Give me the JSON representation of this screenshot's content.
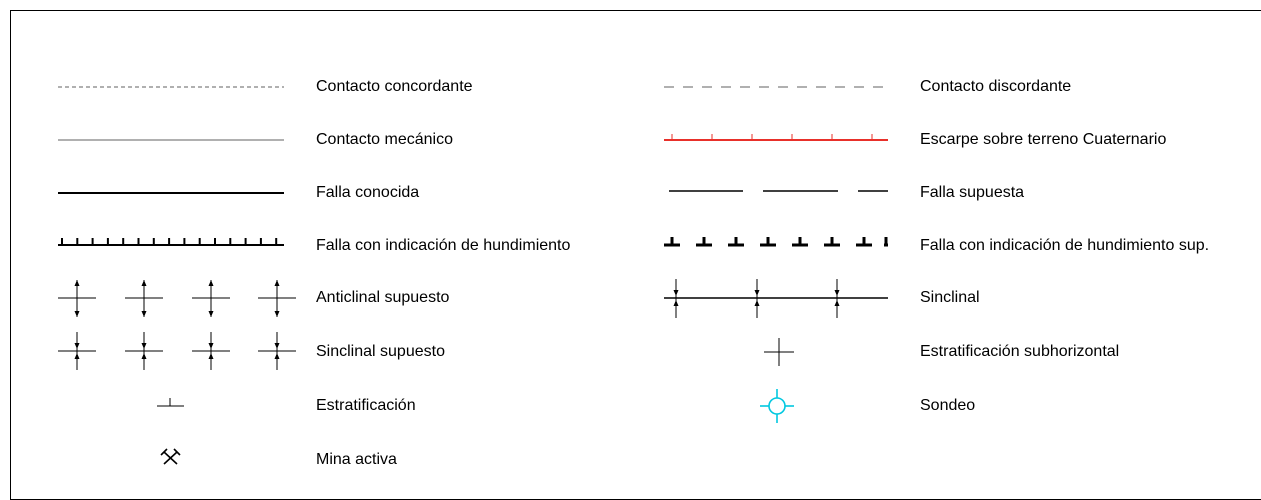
{
  "legend": {
    "left_items": [
      {
        "symbol": "dotted-gray-line",
        "label": "Contacto concordante"
      },
      {
        "symbol": "thin-gray-line",
        "label": "Contacto mecánico"
      },
      {
        "symbol": "solid-black-line",
        "label": "Falla conocida"
      },
      {
        "symbol": "ticked-line",
        "label": "Falla con indicación de hundimiento"
      },
      {
        "symbol": "anticline-arrows",
        "label": "Anticlinal supuesto"
      },
      {
        "symbol": "syncline-arrows",
        "label": "Sinclinal supuesto"
      },
      {
        "symbol": "bedding-t",
        "label": "Estratificación"
      },
      {
        "symbol": "crossed-hammers-icon",
        "label": "Mina activa"
      }
    ],
    "right_items": [
      {
        "symbol": "dashed-gray-line",
        "label": "Contacto discordante"
      },
      {
        "symbol": "red-ticked-line",
        "label": "Escarpe sobre terreno Cuaternario"
      },
      {
        "symbol": "dashed-black-line",
        "label": "Falla supuesta"
      },
      {
        "symbol": "dashed-ticked-line",
        "label": "Falla con indicación de hundimiento sup."
      },
      {
        "symbol": "syncline-line",
        "label": "Sinclinal"
      },
      {
        "symbol": "plus-cross",
        "label": "Estratificación subhorizontal"
      },
      {
        "symbol": "borehole-icon",
        "label": "Sondeo"
      }
    ],
    "colors": {
      "line_gray": "#808080",
      "line_black": "#000000",
      "escarpment_red": "#e8302a",
      "borehole_cyan": "#00c8e0"
    }
  }
}
